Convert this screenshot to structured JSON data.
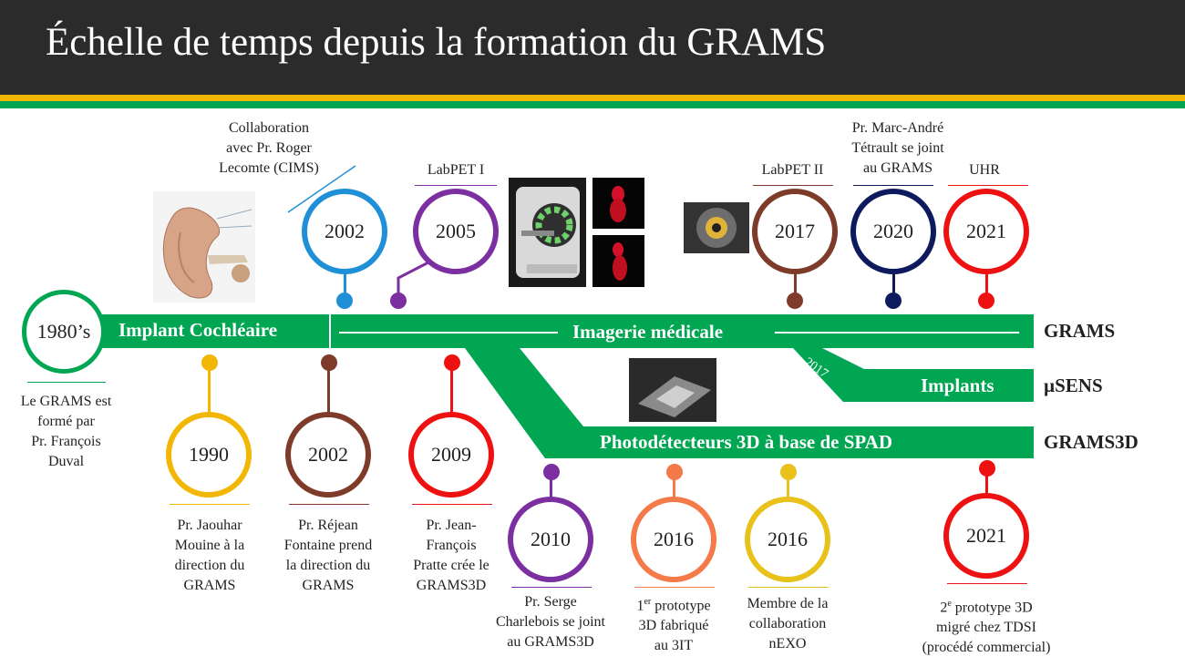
{
  "header": {
    "title": "Échelle de temps depuis la formation du GRAMS"
  },
  "colors": {
    "green": "#00a651",
    "yellow": "#f2b705",
    "dark": "#2b2b2b",
    "blue": "#1f8fd8",
    "purple": "#7b2fa0",
    "brown": "#7e3b2a",
    "navy": "#0d1b5e",
    "red": "#ee1111",
    "orange": "#f47a4a",
    "gold": "#e8c11a"
  },
  "bands": {
    "implant": "Implant Cochléaire",
    "imagerie": "Imagerie médicale",
    "implants": "Implants",
    "photo": "Photodétecteurs 3D à base de SPAD",
    "branch_year": "2017"
  },
  "groups": {
    "grams": "GRAMS",
    "musens": "µSENS",
    "grams3d": "GRAMS3D"
  },
  "origin": {
    "year": "1980’s",
    "label_l1": "Le GRAMS est",
    "label_l2": "formé par",
    "label_l3": "Pr. François",
    "label_l4": "Duval"
  },
  "top": [
    {
      "year": "2002",
      "l1": "Collaboration",
      "l2": "avec Pr. Roger",
      "l3": "Lecomte (CIMS)"
    },
    {
      "year": "2005",
      "l1": "LabPET I"
    },
    {
      "year": "2017",
      "l1": "LabPET II"
    },
    {
      "year": "2020",
      "l1": "Pr. Marc-André",
      "l2": "Tétrault se joint",
      "l3": "au GRAMS"
    },
    {
      "year": "2021",
      "l1": "UHR"
    }
  ],
  "bottom": [
    {
      "year": "1990",
      "l1": "Pr. Jaouhar",
      "l2": "Mouine à la",
      "l3": "direction du",
      "l4": "GRAMS"
    },
    {
      "year": "2002",
      "l1": "Pr. Réjean",
      "l2": "Fontaine prend",
      "l3": "la direction du",
      "l4": "GRAMS"
    },
    {
      "year": "2009",
      "l1": "Pr. Jean-",
      "l2": "François",
      "l3": "Pratte crée le",
      "l4": "GRAMS3D"
    },
    {
      "year": "2010",
      "l1": "Pr. Serge",
      "l2": "Charlebois se joint",
      "l3": "au GRAMS3D"
    },
    {
      "year": "2016",
      "sup": "er",
      "l1a": "1",
      "l1b": " prototype",
      "l2": "3D fabriqué",
      "l3": "au 3IT"
    },
    {
      "year": "2016",
      "l1": "Membre de la",
      "l2": "collaboration",
      "l3": "nEXO"
    },
    {
      "year": "2021",
      "sup": "e",
      "l1a": "2",
      "l1b": " prototype 3D",
      "l2": "migré chez TDSI",
      "l3": "(procédé commercial)"
    }
  ]
}
